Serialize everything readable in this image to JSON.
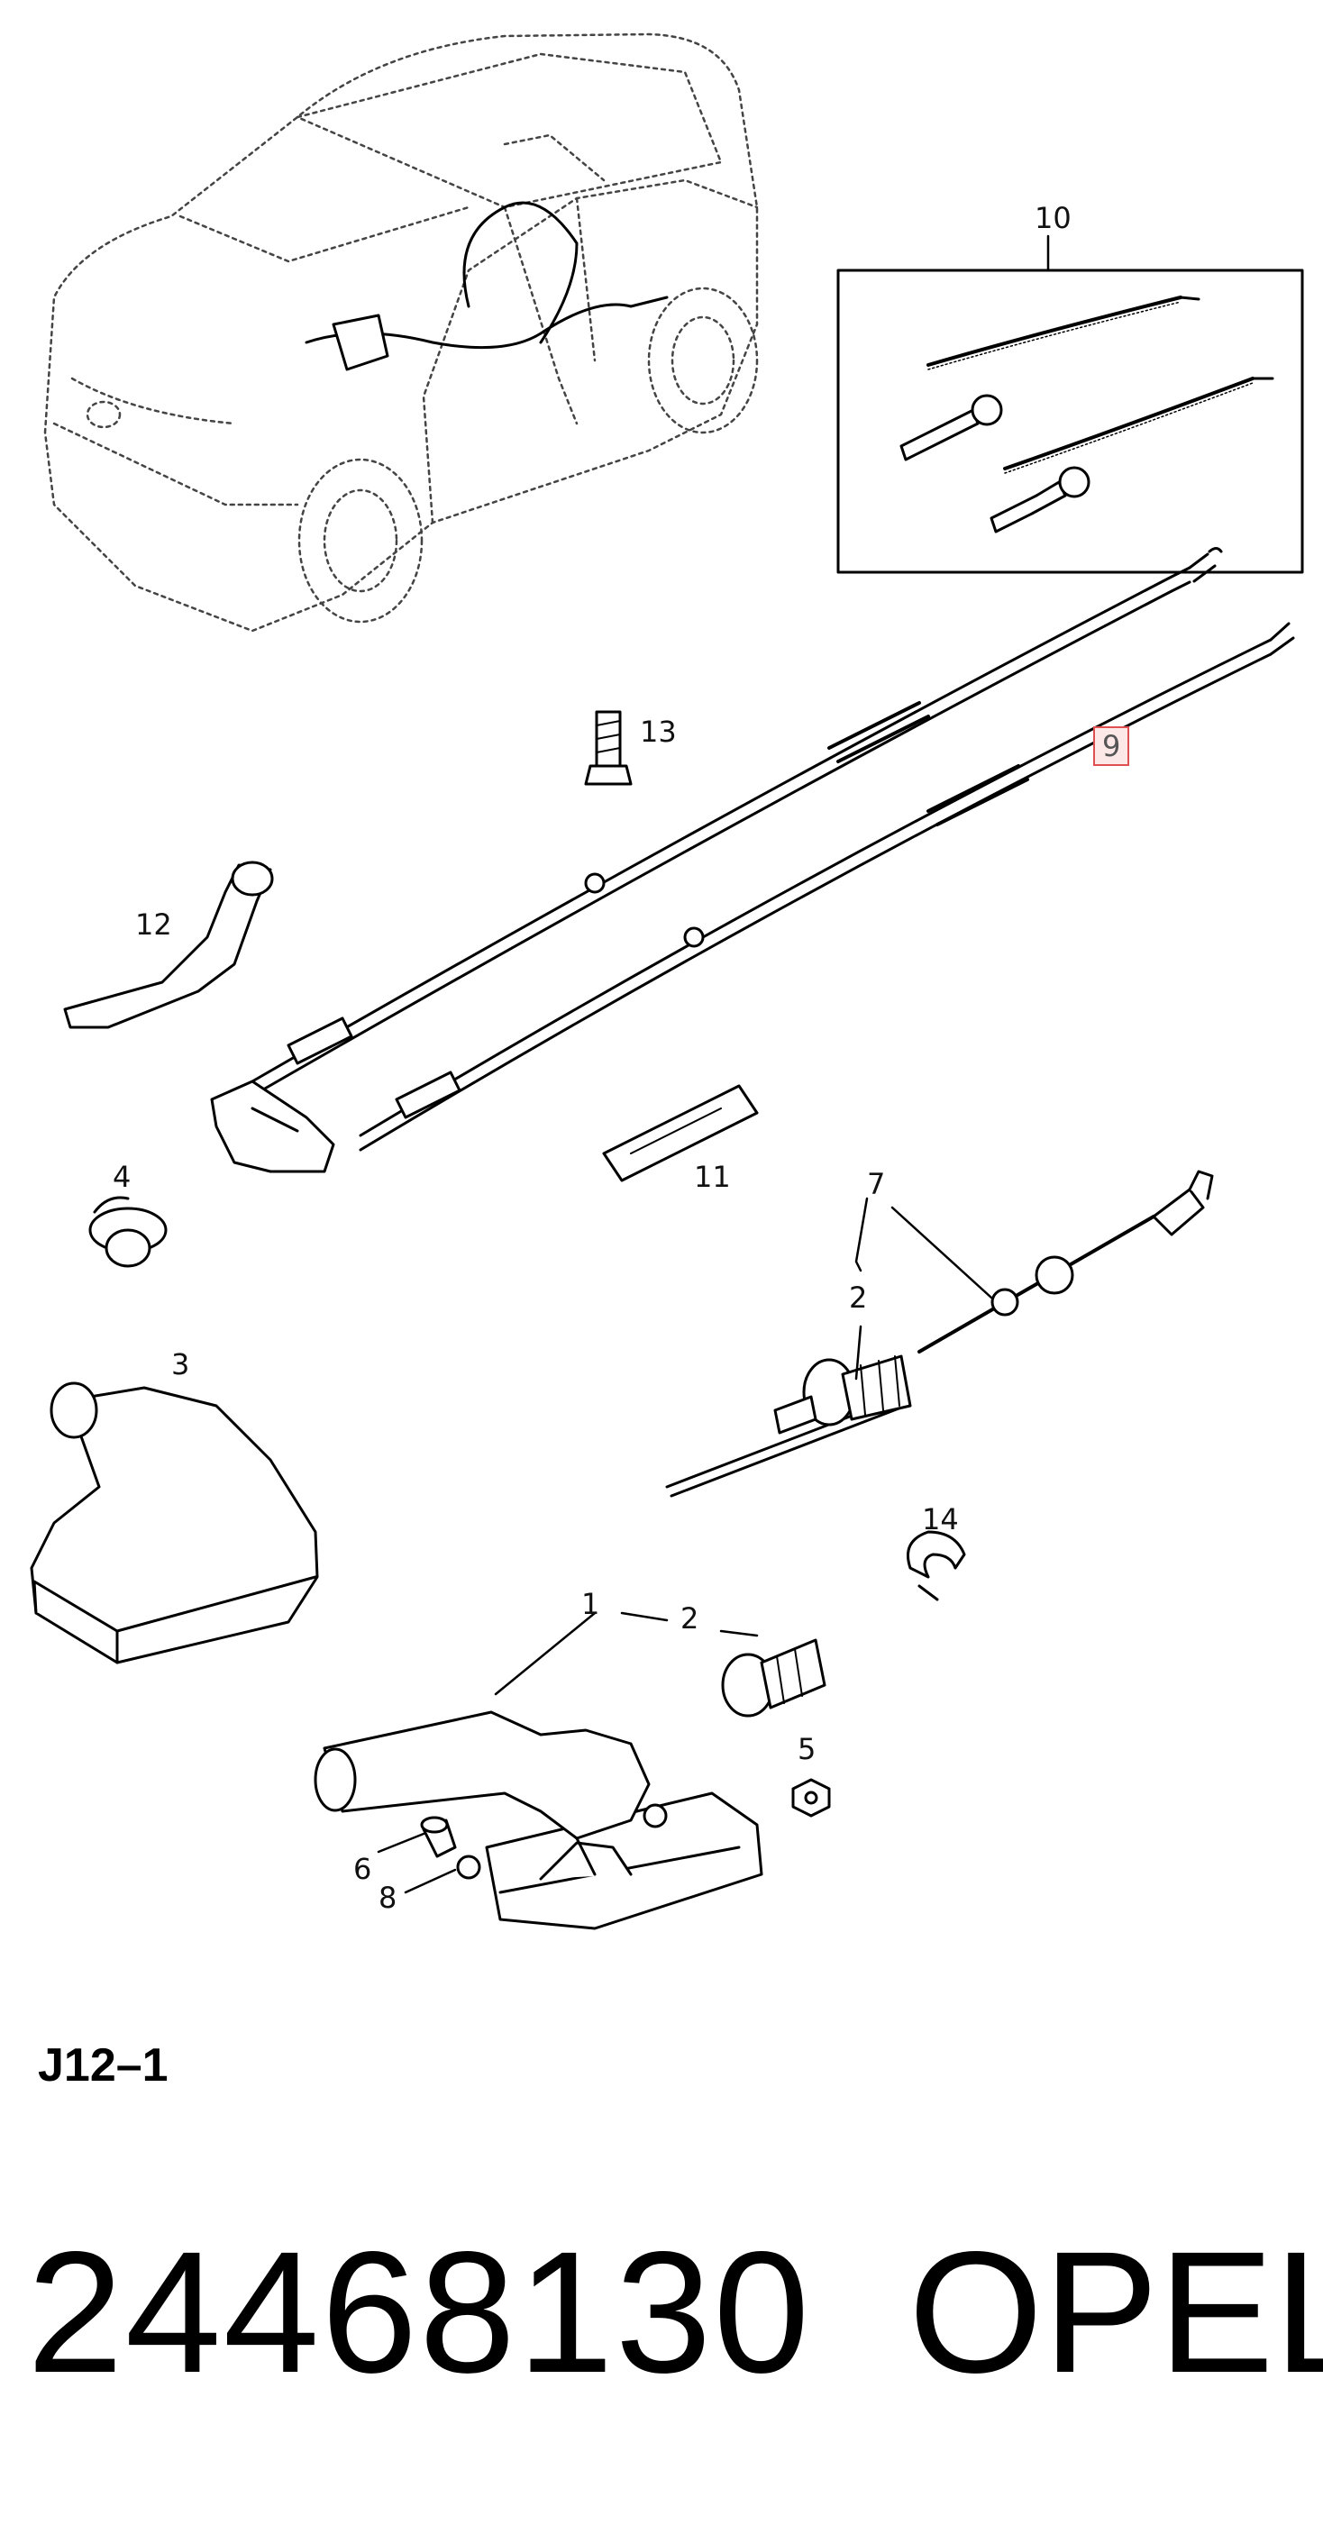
{
  "diagram": {
    "callouts": {
      "c1": "1",
      "c2a": "2",
      "c2b": "2",
      "c3": "3",
      "c4": "4",
      "c5": "5",
      "c6": "6",
      "c7": "7",
      "c8": "8",
      "c9": "9",
      "c10": "10",
      "c11": "11",
      "c12": "12",
      "c13": "13",
      "c14": "14"
    },
    "highlight_color": "#e05050"
  },
  "footer": {
    "reference": "J12–1",
    "part_number": "24468130",
    "brand": "OPEL"
  }
}
